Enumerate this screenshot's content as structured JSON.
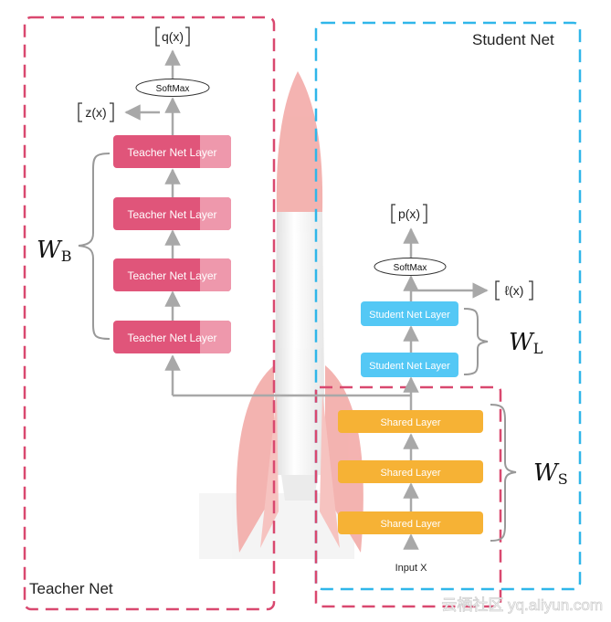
{
  "teacher": {
    "title": "Teacher Net",
    "layers": [
      "Teacher Net Layer",
      "Teacher Net Layer",
      "Teacher Net Layer",
      "Teacher Net Layer"
    ],
    "softmax": "SoftMax",
    "output": "q(x)",
    "logits": "z(x)",
    "weights_main": "W",
    "weights_sub": "B"
  },
  "student": {
    "title": "Student Net",
    "layers": [
      "Student Net Layer",
      "Student Net Layer"
    ],
    "softmax": "SoftMax",
    "output": "p(x)",
    "logits": "ℓ(x)",
    "weights_main": "W",
    "weights_sub": "L"
  },
  "shared": {
    "layers": [
      "Shared Layer",
      "Shared Layer",
      "Shared Layer"
    ],
    "weights_main": "W",
    "weights_sub": "S",
    "input": "Input X"
  },
  "watermark": "云栖社区 yq.aliyun.com",
  "colors": {
    "teacher_dashed": "#d9486f",
    "student_dashed": "#2fb6e9",
    "teacher_layer": "#e0557a",
    "teacher_layer_light": "#ee98ac",
    "student_layer": "#54c8f5",
    "shared_layer": "#f6b235",
    "arrow": "#a8a8a8",
    "rocket": "#f2a6a3"
  }
}
